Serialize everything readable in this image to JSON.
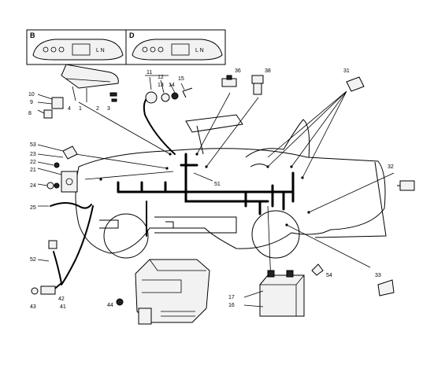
{
  "panels": {
    "left_label": "B",
    "right_label": "D",
    "switch_mark": "L N"
  },
  "callouts": {
    "c1": "1",
    "c2": "2",
    "c3": "3",
    "c4": "4",
    "c8": "8",
    "c9": "9",
    "c10": "10",
    "c11": "11",
    "c12": "12",
    "c13": "13",
    "c14": "14",
    "c15": "15",
    "c16": "16",
    "c17": "17",
    "c21": "21",
    "c22": "22",
    "c23": "23",
    "c24": "24",
    "c25": "25",
    "c31": "31",
    "c32": "32",
    "c33": "33",
    "c36": "36",
    "c38": "38",
    "c41": "41",
    "c42": "42",
    "c43": "43",
    "c44": "44",
    "c51": "51",
    "c52": "52",
    "c53": "53",
    "c54": "54"
  }
}
